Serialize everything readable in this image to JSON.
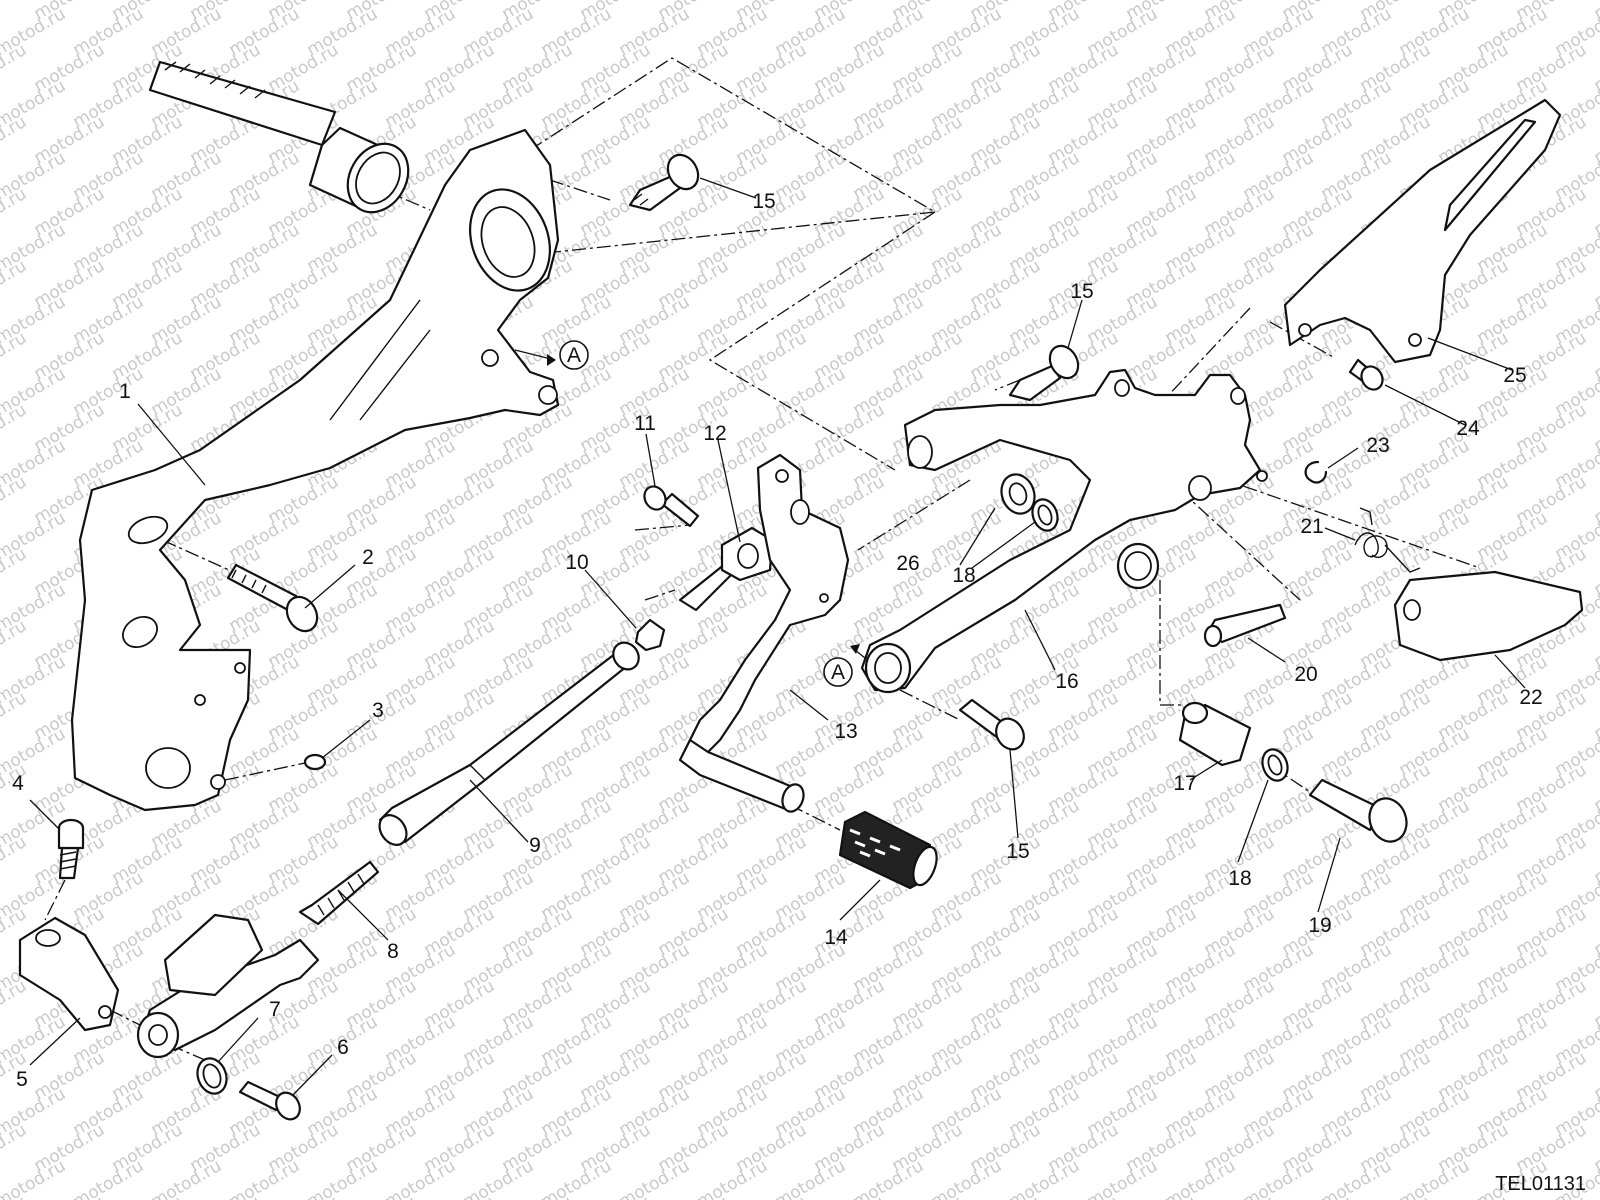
{
  "watermark": "motod.ru",
  "drawing_code": "TEL01131",
  "reference_marker": "A",
  "callouts": [
    {
      "id": "1",
      "label": "1"
    },
    {
      "id": "2",
      "label": "2"
    },
    {
      "id": "3",
      "label": "3"
    },
    {
      "id": "4",
      "label": "4"
    },
    {
      "id": "5",
      "label": "5"
    },
    {
      "id": "6",
      "label": "6"
    },
    {
      "id": "7",
      "label": "7"
    },
    {
      "id": "8",
      "label": "8"
    },
    {
      "id": "9",
      "label": "9"
    },
    {
      "id": "10",
      "label": "10"
    },
    {
      "id": "11",
      "label": "11"
    },
    {
      "id": "12",
      "label": "12"
    },
    {
      "id": "13",
      "label": "13"
    },
    {
      "id": "14",
      "label": "14"
    },
    {
      "id": "15a",
      "label": "15"
    },
    {
      "id": "15b",
      "label": "15"
    },
    {
      "id": "15c",
      "label": "15"
    },
    {
      "id": "16",
      "label": "16"
    },
    {
      "id": "17",
      "label": "17"
    },
    {
      "id": "18a",
      "label": "18"
    },
    {
      "id": "18b",
      "label": "18"
    },
    {
      "id": "19",
      "label": "19"
    },
    {
      "id": "20",
      "label": "20"
    },
    {
      "id": "21",
      "label": "21"
    },
    {
      "id": "22",
      "label": "22"
    },
    {
      "id": "23",
      "label": "23"
    },
    {
      "id": "24",
      "label": "24"
    },
    {
      "id": "25",
      "label": "25"
    },
    {
      "id": "26",
      "label": "26"
    }
  ]
}
